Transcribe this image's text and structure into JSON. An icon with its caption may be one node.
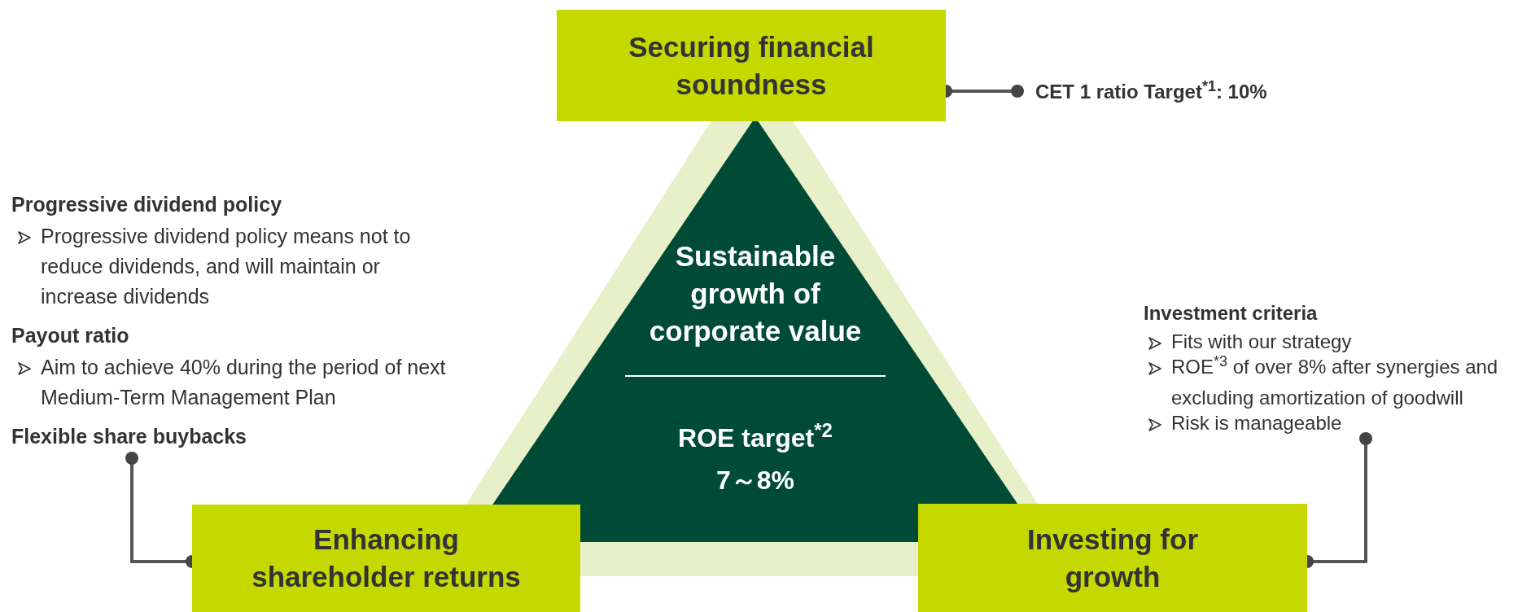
{
  "diagram": {
    "nodes": [
      {
        "text": [
          "Securing financial soundness"
        ]
      },
      {
        "text": [
          "CET 1 ratio Target$^{*1}$: 10%"
        ]
      },
      {
        "text": [
          "Progressive dividend policy",
          "Progressive dividend policy means not to reduce dividends, and will maintain or increase dividends",
          "Payout ratio",
          "Aim to achieve 40% during the period of next Medium-Term Management Plan",
          "Flexible share buybacks"
        ]
      },
      {
        "text": [
          "Sustainable growth of corporate value",
          "ROE target$^{*2}$",
          "7～8%"
        ]
      },
      {
        "text": [
          "Investment criteria",
          "Fits with our strategy",
          "ROE$^{*3}$ of over 8% after synergies and excluding amortization of goodwill",
          "Risk is manageable"
        ]
      },
      {
        "text": [
          "Enhancing shareholder returns"
        ]
      },
      {
        "text": [
          "Investing for growth"
        ]
      }
    ],
    "edges": [
      {
        "from": 0,
        "to": 1,
        "arrow": "other"
      },
      {
        "from": 2,
        "to": 5,
        "arrow": "other"
      },
      {
        "from": 4,
        "to": 6,
        "arrow": "other"
      }
    ]
  }
}
